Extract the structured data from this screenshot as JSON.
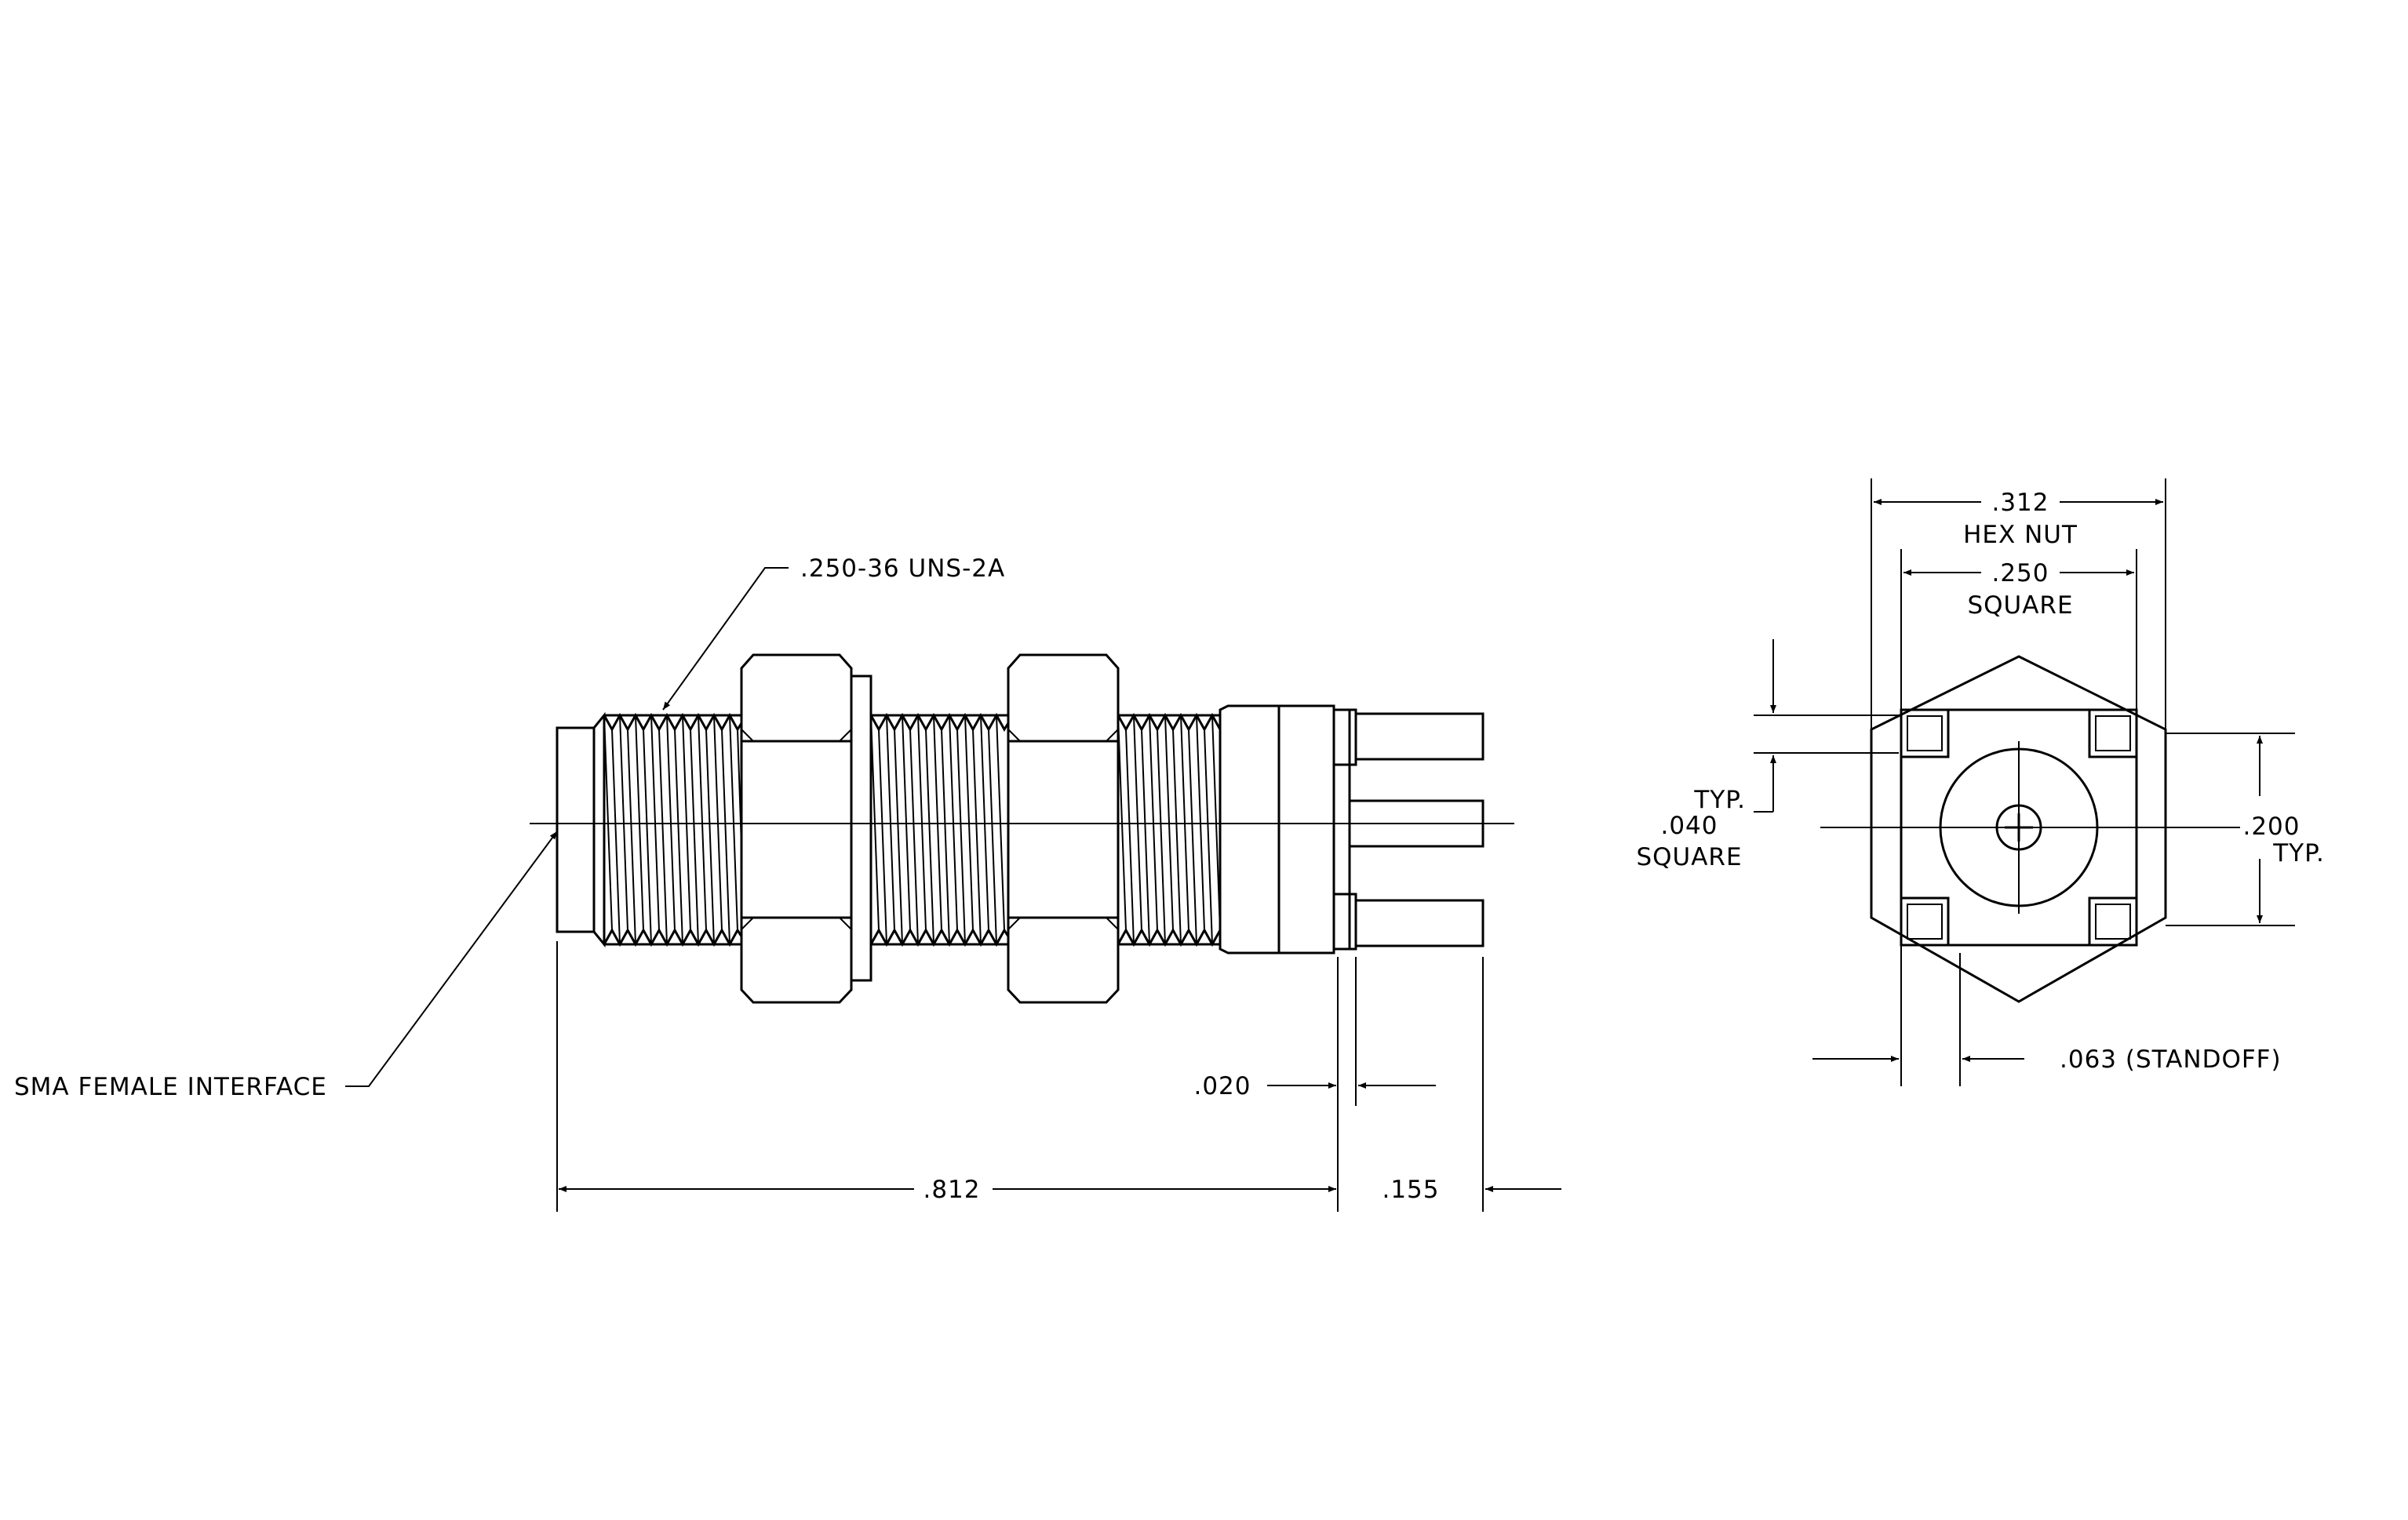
{
  "labels": {
    "thread_spec": ".250-36 UNS-2A",
    "interface": "SMA FEMALE INTERFACE",
    "dim_length": ".812",
    "dim_020": ".020",
    "dim_155": ".155",
    "dim_312": ".312",
    "hex_nut": "HEX NUT",
    "dim_250": ".250",
    "square_top": "SQUARE",
    "typ_left": "TYP.",
    "dim_040": ".040",
    "square_left": "SQUARE",
    "dim_200": ".200",
    "typ_right": "TYP.",
    "standoff": ".063 (STANDOFF)"
  }
}
